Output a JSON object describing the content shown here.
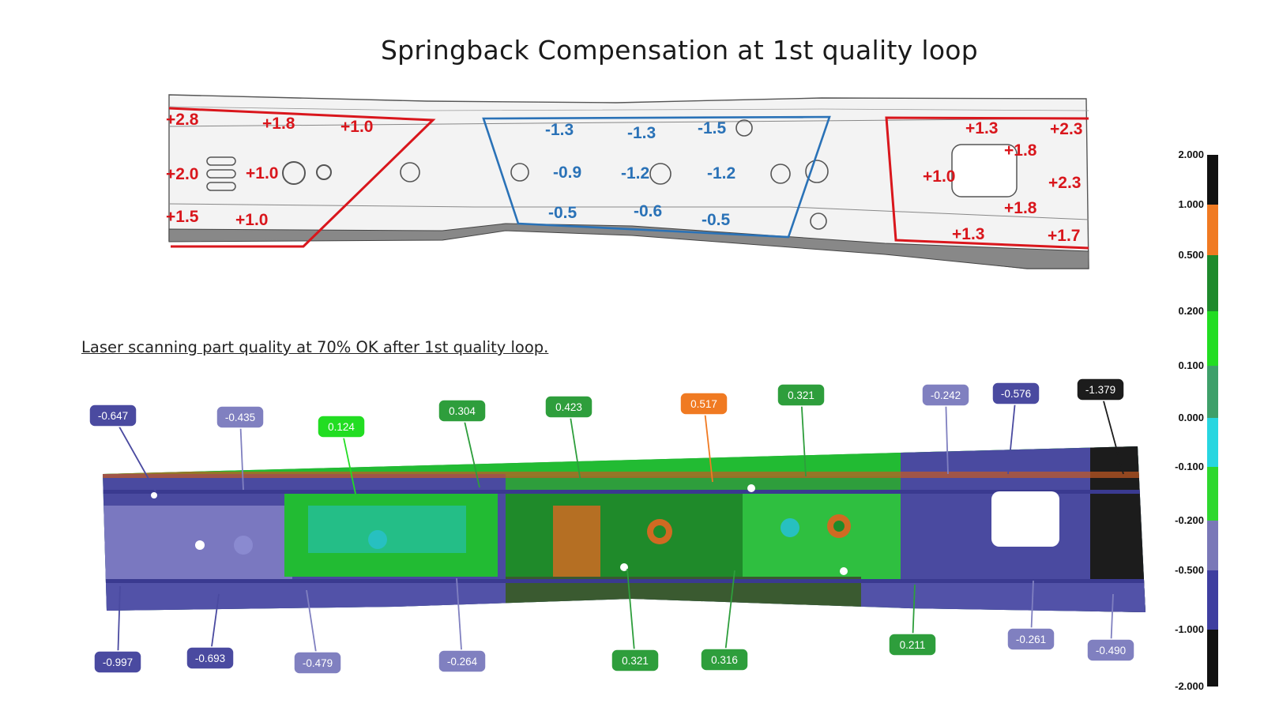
{
  "title": "Springback Compensation at 1st quality loop",
  "subtitle": "Laser scanning part quality at 70% OK after 1st quality loop.",
  "colors": {
    "compensation_positive": "#d9161c",
    "compensation_negative": "#2a72b7",
    "deviation_dark_blue": "#4a4aa0",
    "deviation_lavender": "#8080c0",
    "deviation_green": "#2e9e3c",
    "deviation_light_green": "#22dd22",
    "deviation_orange": "#f07a22",
    "deviation_black": "#1c1c1c"
  },
  "compensation_zones": [
    {
      "name": "left",
      "color": "red",
      "labels": [
        "+2.8",
        "+1.8",
        "+1.0",
        "+2.0",
        "+1.0",
        "+1.5",
        "+1.0"
      ]
    },
    {
      "name": "middle",
      "color": "blue",
      "labels": [
        "-1.3",
        "-1.3",
        "-1.5",
        "-0.9",
        "-1.2",
        "-1.2",
        "-0.5",
        "-0.6",
        "-0.5"
      ]
    },
    {
      "name": "right",
      "color": "red",
      "labels": [
        "+1.3",
        "+2.3",
        "+1.8",
        "+1.0",
        "+2.3",
        "+1.8",
        "+1.3",
        "+1.7"
      ]
    }
  ],
  "deviation_callouts": [
    {
      "value": "-0.647",
      "color": "dark_blue"
    },
    {
      "value": "-0.435",
      "color": "lavender"
    },
    {
      "value": "0.124",
      "color": "light_green"
    },
    {
      "value": "0.304",
      "color": "green"
    },
    {
      "value": "0.423",
      "color": "green"
    },
    {
      "value": "0.517",
      "color": "orange"
    },
    {
      "value": "0.321",
      "color": "green"
    },
    {
      "value": "-0.242",
      "color": "lavender"
    },
    {
      "value": "-0.576",
      "color": "dark_blue"
    },
    {
      "value": "-1.379",
      "color": "black"
    },
    {
      "value": "-0.997",
      "color": "dark_blue"
    },
    {
      "value": "-0.693",
      "color": "dark_blue"
    },
    {
      "value": "-0.479",
      "color": "lavender"
    },
    {
      "value": "-0.264",
      "color": "lavender"
    },
    {
      "value": "0.321",
      "color": "green"
    },
    {
      "value": "0.316",
      "color": "green"
    },
    {
      "value": "0.211",
      "color": "green"
    },
    {
      "value": "-0.261",
      "color": "lavender"
    },
    {
      "value": "-0.490",
      "color": "lavender"
    }
  ],
  "color_scale": {
    "ticks": [
      "2.000",
      "1.000",
      "0.500",
      "0.200",
      "0.100",
      "0.000",
      "-0.100",
      "-0.200",
      "-0.500",
      "-1.000",
      "-2.000"
    ],
    "band_colors": [
      "#111111",
      "#f07a22",
      "#1e8a2c",
      "#22dd22",
      "#3ea06a",
      "#27d6e0",
      "#2ed82e",
      "#7a78b8",
      "#3e3ea0",
      "#111111"
    ]
  }
}
